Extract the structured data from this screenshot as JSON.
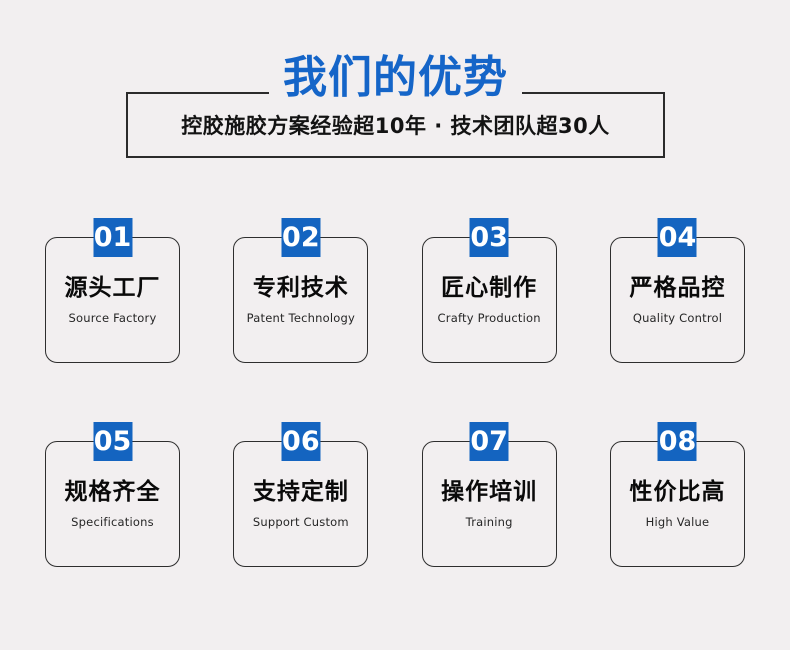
{
  "page": {
    "background_color": "#f2eff0",
    "accent_color": "#1464c0"
  },
  "header": {
    "title": "我们的优势",
    "subtitle": "控胶施胶方案经验超10年 · 技术团队超30人",
    "title_color": "#1565c8",
    "border_color": "#2b2b2b"
  },
  "advantages": [
    {
      "number": "01",
      "title": "源头工厂",
      "subtitle": "Source Factory"
    },
    {
      "number": "02",
      "title": "专利技术",
      "subtitle": "Patent Technology"
    },
    {
      "number": "03",
      "title": "匠心制作",
      "subtitle": "Crafty Production"
    },
    {
      "number": "04",
      "title": "严格品控",
      "subtitle": "Quality Control"
    },
    {
      "number": "05",
      "title": "规格齐全",
      "subtitle": "Specifications"
    },
    {
      "number": "06",
      "title": "支持定制",
      "subtitle": "Support Custom"
    },
    {
      "number": "07",
      "title": "操作培训",
      "subtitle": "Training"
    },
    {
      "number": "08",
      "title": "性价比高",
      "subtitle": "High Value"
    }
  ]
}
